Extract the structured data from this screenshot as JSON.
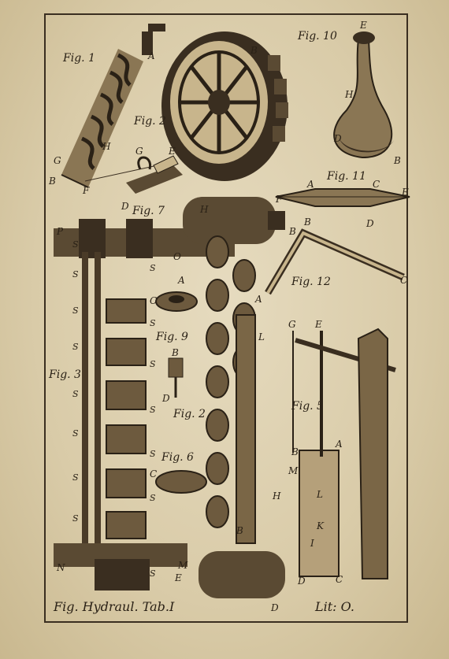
{
  "plate": {
    "caption": "Fig. Hydraul. Tab.I",
    "lit": "Lit: O.",
    "figures": {
      "fig1": "Fig. 1",
      "fig2_wheel": "Fig. 2",
      "fig10": "Fig. 10",
      "fig11": "Fig. 11",
      "fig7": "Fig. 7",
      "fig12": "Fig. 12",
      "fig9": "Fig. 9",
      "fig3": "Fig. 3",
      "fig2": "Fig. 2",
      "fig6": "Fig. 6",
      "fig5": "Fig. 5"
    },
    "letters": {
      "A": "A",
      "B": "B",
      "C": "C",
      "D": "D",
      "E": "E",
      "F": "F",
      "G": "G",
      "H": "H",
      "I": "I",
      "K": "K",
      "L": "L",
      "M": "M",
      "N": "N",
      "O": "O",
      "P": "P",
      "S": "S"
    }
  }
}
